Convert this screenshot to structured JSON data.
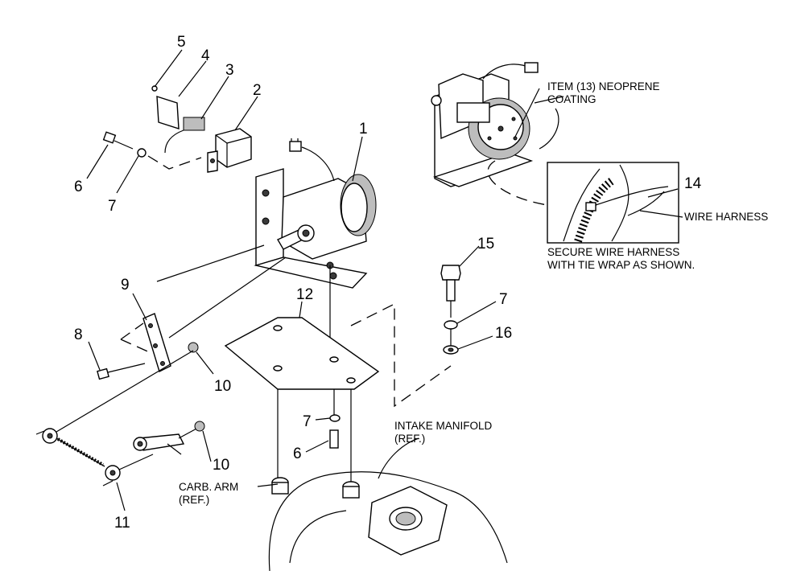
{
  "callouts": {
    "n1": "1",
    "n2": "2",
    "n3": "3",
    "n4": "4",
    "n5": "5",
    "n6a": "6",
    "n7a": "7",
    "n8": "8",
    "n9": "9",
    "n10a": "10",
    "n11": "11",
    "n12": "12",
    "n14": "14",
    "n15": "15",
    "n7b": "7",
    "n16": "16",
    "n7c": "7",
    "n6b": "6",
    "n10b": "10"
  },
  "labels": {
    "neoprene_l1": "ITEM (13) NEOPRENE",
    "neoprene_l2": "COATING",
    "wire_harness": "WIRE HARNESS",
    "secure_l1": "SECURE WIRE HARNESS",
    "secure_l2": "WITH TIE WRAP AS SHOWN.",
    "intake_l1": "INTAKE MANIFOLD",
    "intake_l2": "(REF.)",
    "carb_l1": "CARB. ARM",
    "carb_l2": "(REF.)"
  }
}
